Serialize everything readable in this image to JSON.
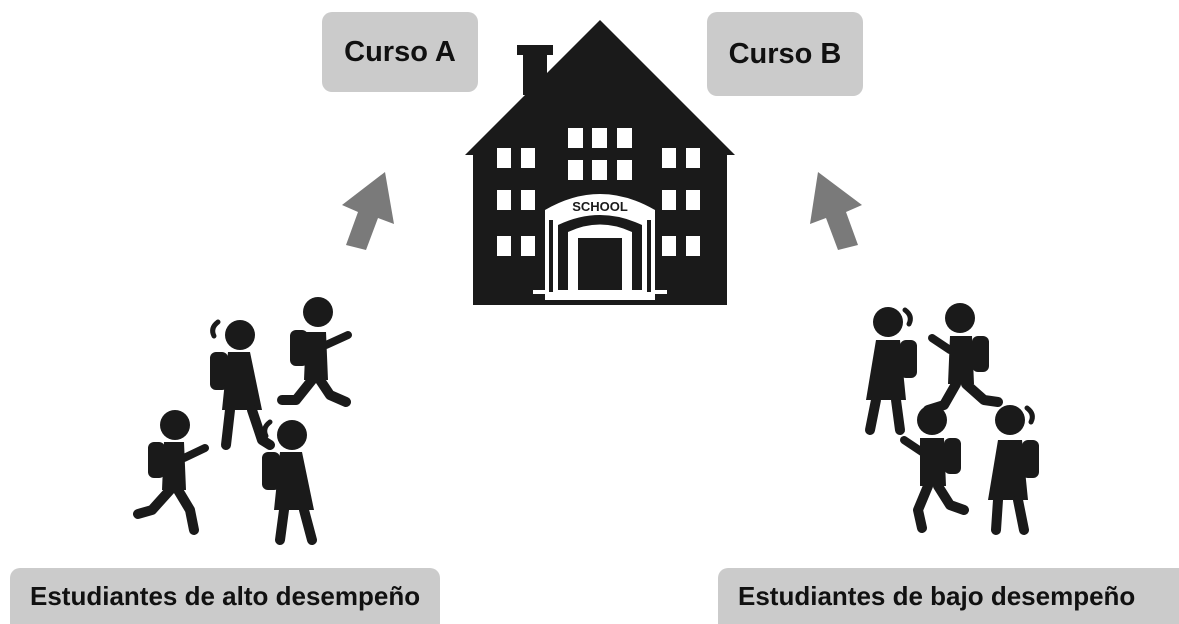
{
  "labels": {
    "curso_a": "Curso A",
    "curso_b": "Curso B",
    "school_sign": "SCHOOL",
    "high_performers": "Estudiantes de alto desempeño",
    "low_performers": "Estudiantes de bajo desempeño"
  },
  "colors": {
    "silhouette": "#1a1a1a",
    "arrow": "#7a7a7a",
    "label_box": "#cbcbcb"
  },
  "icons": [
    "school-building-icon",
    "arrow-up-right-icon",
    "arrow-up-left-icon",
    "student-icon"
  ]
}
